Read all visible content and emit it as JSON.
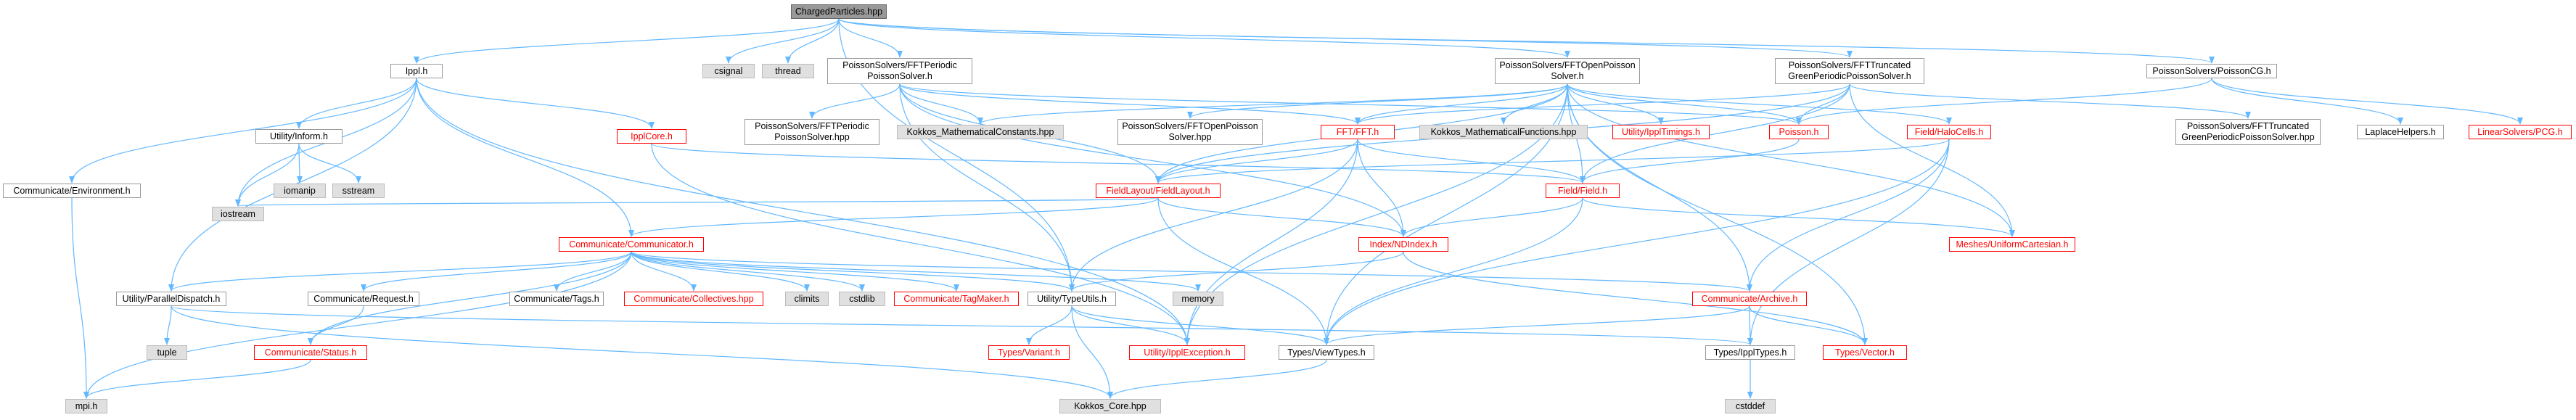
{
  "colors": {
    "edge": "#63b8ff",
    "red_border": "#ff0000",
    "system_fill": "#e0e0e0",
    "root_fill": "#999999"
  },
  "nodes": {
    "chargedparticles": "ChargedParticles.hpp",
    "ippl": "Ippl.h",
    "csignal": "csignal",
    "thread": "thread",
    "fftperiodic": "PoissonSolvers/FFTPeriodic\nPoissonSolver.h",
    "fftopen": "PoissonSolvers/FFTOpenPoisson\nSolver.h",
    "ffttruncated": "PoissonSolvers/FFTTruncated\nGreenPeriodicPoissonSolver.h",
    "poissoncg": "PoissonSolvers/PoissonCG.h",
    "utility_inform": "Utility/Inform.h",
    "ipplcore": "IpplCore.h",
    "communicate_environment": "Communicate/Environment.h",
    "iomanip": "iomanip",
    "sstream": "sstream",
    "iostream": "iostream",
    "fftperiodic_hpp": "PoissonSolvers/FFTPeriodic\nPoissonSolver.hpp",
    "kokkos_mathconst": "Kokkos_MathematicalConstants.hpp",
    "fftopen_hpp": "PoissonSolvers/FFTOpenPoisson\nSolver.hpp",
    "fft": "FFT/FFT.h",
    "kokkos_mathfunc": "Kokkos_MathematicalFunctions.hpp",
    "ippltimings": "Utility/IpplTimings.h",
    "poisson": "Poisson.h",
    "halocells": "Field/HaloCells.h",
    "ffttruncated_hpp": "PoissonSolvers/FFTTruncated\nGreenPeriodicPoissonSolver.hpp",
    "laplacehelpers": "LaplaceHelpers.h",
    "linearsolvers_pcg": "LinearSolvers/PCG.h",
    "fieldlayout": "FieldLayout/FieldLayout.h",
    "field": "Field/Field.h",
    "communicator": "Communicate/Communicator.h",
    "ndindex": "Index/NDIndex.h",
    "uniformcartesian": "Meshes/UniformCartesian.h",
    "parallel_dispatch": "Utility/ParallelDispatch.h",
    "communicate_request": "Communicate/Request.h",
    "communicate_tags": "Communicate/Tags.h",
    "communicate_collectives": "Communicate/Collectives.hpp",
    "climits": "climits",
    "cstdlib": "cstdlib",
    "communicate_tagmaker": "Communicate/TagMaker.h",
    "typeutils": "Utility/TypeUtils.h",
    "memory": "memory",
    "communicate_archive": "Communicate/Archive.h",
    "tuple": "tuple",
    "communicate_status": "Communicate/Status.h",
    "types_variant": "Types/Variant.h",
    "ipplexception": "Utility/IpplException.h",
    "viewtypes": "Types/ViewTypes.h",
    "ippltypes": "Types/IpplTypes.h",
    "types_vector": "Types/Vector.h",
    "cstddef": "cstddef",
    "mpi": "mpi.h",
    "kokkos_core": "Kokkos_Core.hpp"
  }
}
